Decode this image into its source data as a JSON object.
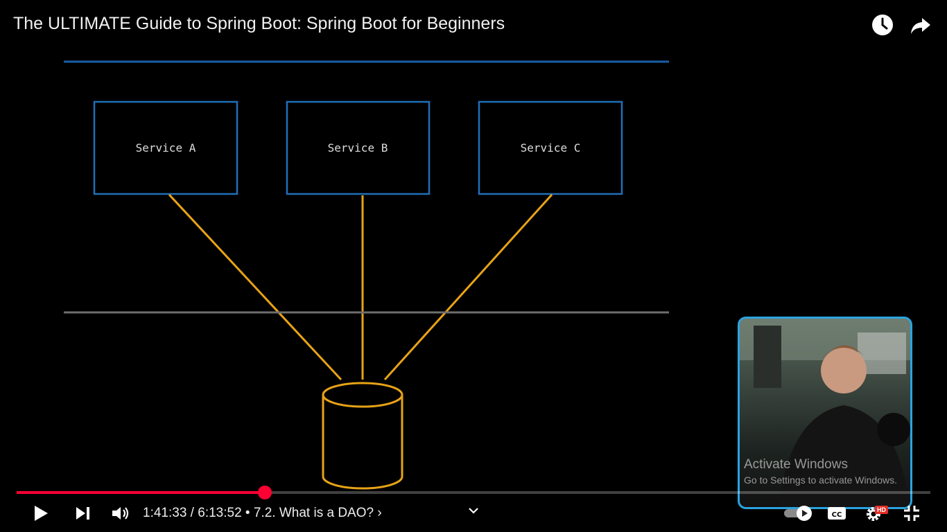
{
  "video": {
    "title": "The ULTIMATE Guide to Spring Boot: Spring Boot for Beginners"
  },
  "top_icons": [
    "watch-later-icon",
    "share-icon"
  ],
  "diagram": {
    "services": [
      "Service A",
      "Service B",
      "Service C"
    ],
    "colors": {
      "service_border": "#1f6fb8",
      "top_line": "#1a5fa8",
      "connector": "#e8a317",
      "middle_line": "#6e6e6e",
      "database": "#e8a317"
    }
  },
  "overlay": {
    "watermark_title": "Activate Windows",
    "watermark_sub": "Go to Settings to activate Windows."
  },
  "player": {
    "current_time": "1:41:33",
    "separator": " / ",
    "duration": "6:13:52",
    "chapter_bullet": " • ",
    "chapter": "7.2. What is a DAO?",
    "chapter_chevron": "›",
    "progress_fraction": 0.2714,
    "hd_badge": "HD",
    "accent_color": "#ff0033"
  }
}
